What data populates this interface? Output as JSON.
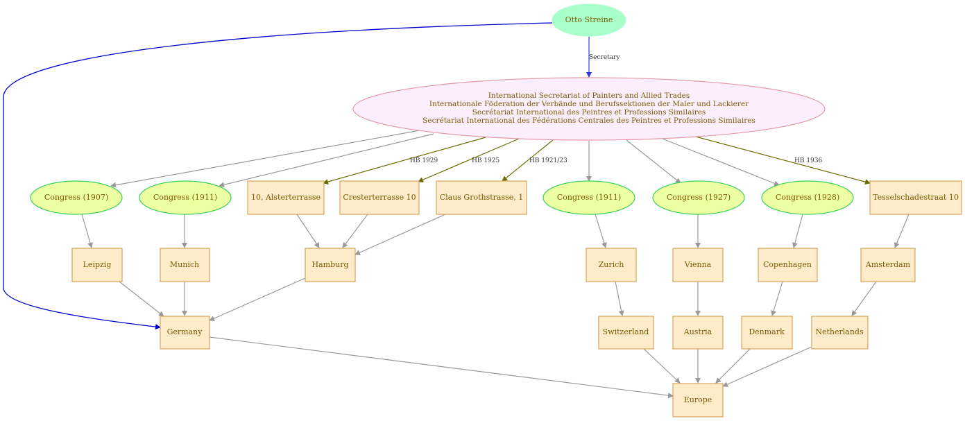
{
  "colors": {
    "person_fill": "#a9ffc9",
    "org_fill": "#fdeefd",
    "org_stroke": "#e39aa6",
    "congress_fill": "#ecffa3",
    "congress_stroke": "#38d05a",
    "place_fill": "#feebc9",
    "place_stroke": "#d8a459",
    "edge_gray": "#999999",
    "edge_olive": "#6b6b00",
    "edge_blue": "#0000cc",
    "edge_secretary": "#3333dd"
  },
  "nodes": {
    "otto": "Otto Streine",
    "org_lines": [
      "International Secretariat of Painters and Allied Trades",
      "Internationale Föderation der Verbände und Berufssektionen der Maler und Lackierer",
      "Secrétariat International des Peintres et Professions Similaires",
      "Secrétariat International des Fédérations Centrales des Peintres et Professions Similaires"
    ],
    "congress_1907": "Congress (1907)",
    "congress_1911_a": "Congress (1911)",
    "alsterterrasse": "10, Alsterterrasse",
    "cresterterrasse": "Cresterterrasse 10",
    "grothstrasse": "Claus Grothstrasse, 1",
    "congress_1911_b": "Congress (1911)",
    "congress_1927": "Congress (1927)",
    "congress_1928": "Congress (1928)",
    "tesselschade": "Tesselschadestraat 10",
    "leipzig": "Leipzig",
    "munich": "Munich",
    "hamburg": "Hamburg",
    "zurich": "Zurich",
    "vienna": "Vienna",
    "copenhagen": "Copenhagen",
    "amsterdam": "Amsterdam",
    "germany": "Germany",
    "switzerland": "Switzerland",
    "austria": "Austria",
    "denmark": "Denmark",
    "netherlands": "Netherlands",
    "europe": "Europe"
  },
  "edge_labels": {
    "secretary": "Secretary",
    "hb_1929": "HB 1929",
    "hb_1925": "HB 1925",
    "hb_1921_23": "HB 1921/23",
    "hb_1936": "HB 1936"
  }
}
